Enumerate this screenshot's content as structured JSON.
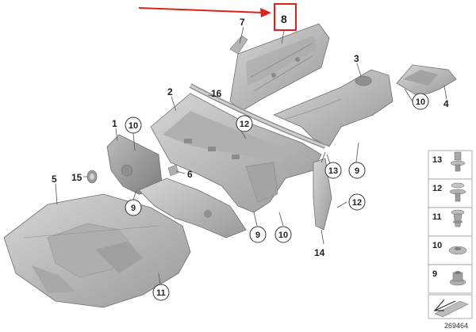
{
  "diagram": {
    "reference_number": "269464",
    "highlight_color": "#e0201c",
    "part_fill": "#c2c2c2",
    "part_stroke": "#7a7a7a",
    "labels": {
      "p1": "1",
      "p2": "2",
      "p3": "3",
      "p4": "4",
      "p5": "5",
      "p6": "6",
      "p7": "7",
      "p8": "8",
      "p14": "14",
      "p15": "15",
      "p16": "16"
    },
    "callouts": {
      "c10a": "10",
      "c10b": "10",
      "c10c": "10",
      "c12a": "12",
      "c12b": "12",
      "c9a": "9",
      "c9b": "9",
      "c9c": "9",
      "c13": "13",
      "c11": "11"
    },
    "legend": [
      "13",
      "12",
      "11",
      "10",
      "9"
    ]
  }
}
